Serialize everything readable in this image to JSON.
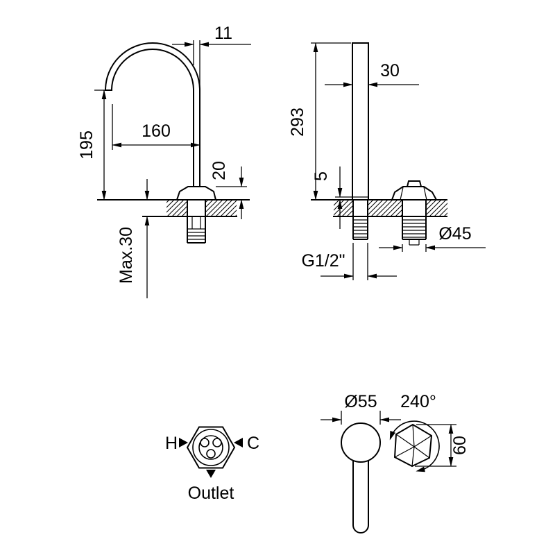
{
  "colors": {
    "ink": "#000000",
    "background": "#ffffff"
  },
  "side_view": {
    "spout_od": "11",
    "reach": "160",
    "spout_height": "195",
    "base_height": "20",
    "deck_max": "Max.30"
  },
  "front_view": {
    "spout_width": "30",
    "total_height": "293",
    "collar_gap": "5",
    "thread_size": "G1/2\"",
    "valve_diameter": "Ø45"
  },
  "valve_view": {
    "hot": "H",
    "cold": "C",
    "outlet": "Outlet"
  },
  "rotation_view": {
    "spout_diameter": "Ø55",
    "swivel_angle": "240°",
    "handle_width": "60"
  }
}
